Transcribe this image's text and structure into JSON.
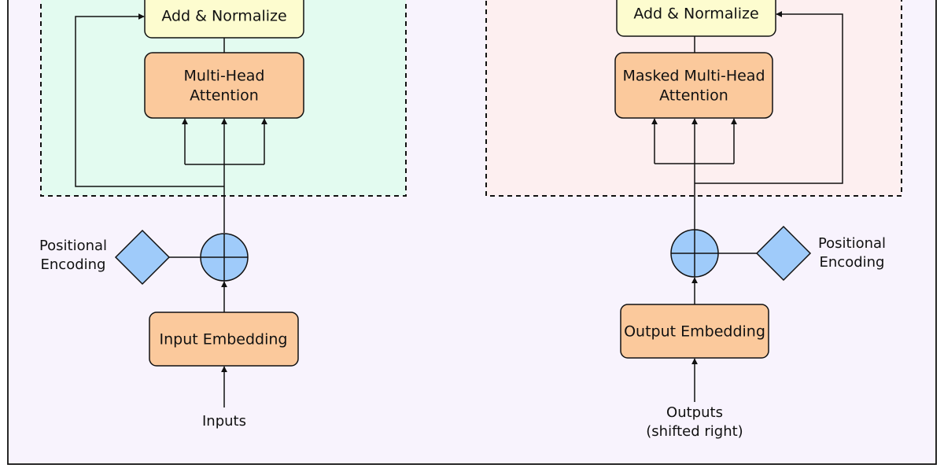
{
  "colors": {
    "outer_background": "#f8f3fd",
    "encoder_background": "#e3fbf0",
    "decoder_background": "#fdeff0",
    "norm_fill": "#fdfccf",
    "attention_fill": "#fbc99c",
    "embedding_fill": "#fbc99c",
    "encoding_fill": "#9fcbfa",
    "stroke": "#111111"
  },
  "encoder": {
    "add_norm": "Add & Normalize",
    "attention_line1": "Multi-Head",
    "attention_line2": "Attention",
    "positional_line1": "Positional",
    "positional_line2": "Encoding",
    "embedding": "Input Embedding",
    "input_label": "Inputs"
  },
  "decoder": {
    "add_norm": "Add & Normalize",
    "attention_line1": "Masked Multi-Head",
    "attention_line2": "Attention",
    "positional_line1": "Positional",
    "positional_line2": "Encoding",
    "embedding": "Output Embedding",
    "output_label_line1": "Outputs",
    "output_label_line2": "(shifted right)"
  }
}
